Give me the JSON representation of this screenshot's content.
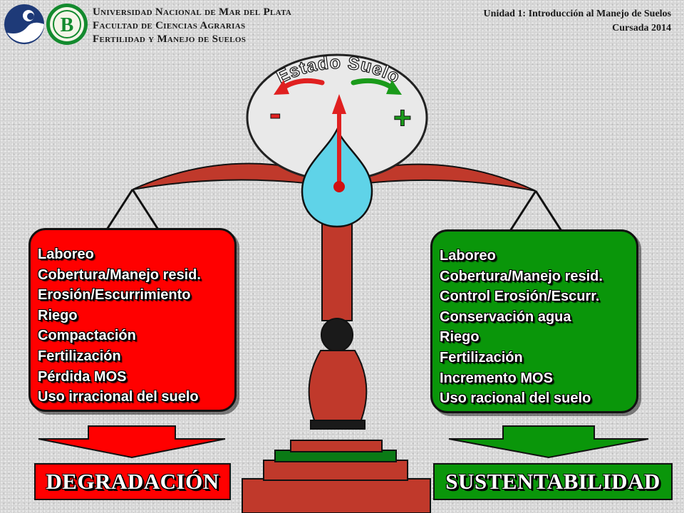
{
  "header": {
    "institution_lines": [
      "Universidad Nacional de Mar del Plata",
      "Facultad de Ciencias Agrarias",
      "Fertilidad y Manejo de Suelos"
    ],
    "course_lines": [
      "Unidad 1: Introducción al Manejo de Suelos",
      "Cursada 2014"
    ]
  },
  "dial": {
    "title": "Estado Suelo",
    "minus": "-",
    "plus": "+"
  },
  "left_panel": {
    "items": [
      "Laboreo",
      "Cobertura/Manejo resid.",
      "Erosión/Escurrimiento",
      "Riego",
      "Compactación",
      "Fertilización",
      "Pérdida MOS",
      "Uso irracional del suelo"
    ],
    "result": "DEGRADACIÓN"
  },
  "right_panel": {
    "items": [
      "Laboreo",
      "Cobertura/Manejo resid.",
      "Control Erosión/Escurr.",
      "Conservación agua",
      "Riego",
      "Fertilización",
      "Incremento MOS",
      "Uso racional del suelo"
    ],
    "result": "SUSTENTABILIDAD"
  },
  "colors": {
    "degradation": "#ff0000",
    "sustainability": "#0a960a",
    "scale_body": "#c0392b",
    "needle": "#e02020",
    "drop": "#5fd3e8"
  },
  "icons": {
    "university_logo": "wave-logo-icon",
    "faculty_logo": "seal-logo-icon"
  }
}
